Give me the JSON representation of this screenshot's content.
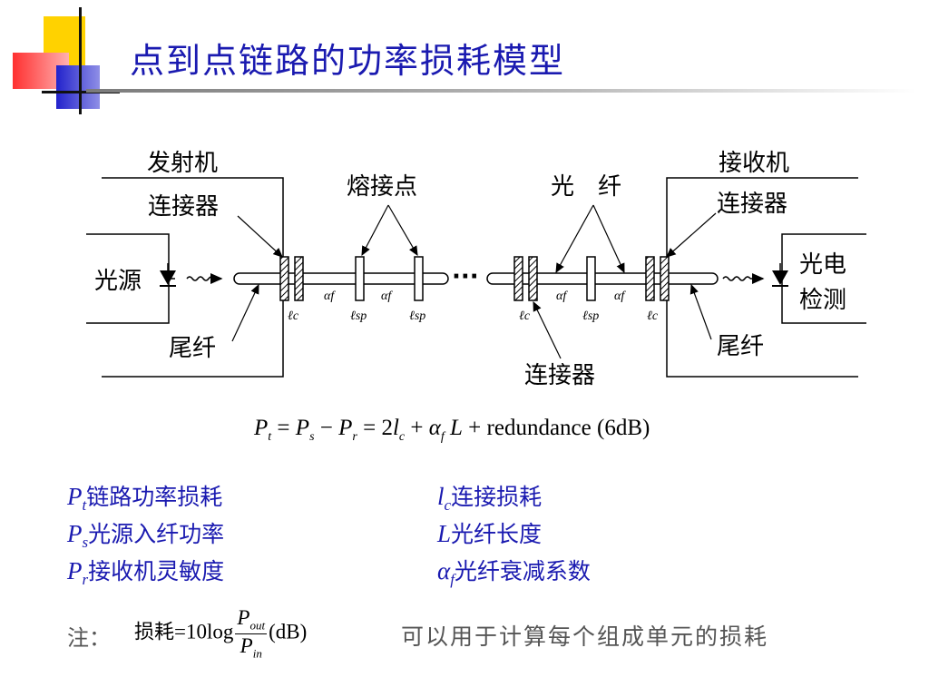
{
  "title": "点到点链路的功率损耗模型",
  "diagram": {
    "labels": {
      "transmitter": "发射机",
      "receiver": "接收机",
      "connector_left": "连接器",
      "connector_right": "连接器",
      "connector_bottom": "连接器",
      "splice_points": "熔接点",
      "fiber": "光　纤",
      "light_source": "光源",
      "photodetector_line1": "光电",
      "photodetector_line2": "检测",
      "pigtail_left": "尾纤",
      "pigtail_right": "尾纤",
      "ellipsis": "···"
    },
    "symbols": {
      "lc": "ℓc",
      "lsp": "ℓsp",
      "af": "αf"
    }
  },
  "formula": {
    "main": "P_t = P_s − P_r = 2l_c + α_f L + redundance (6dB)",
    "redundance_text": "redundance (6dB)"
  },
  "legend": {
    "pt": "链路功率损耗",
    "ps": "光源入纤功率",
    "pr": "接收机灵敏度",
    "lc": "连接损耗",
    "L": "光纤长度",
    "af": "光纤衰减系数"
  },
  "note": {
    "label": "注：",
    "loss_word": "损耗",
    "formula_rest": "=10log",
    "unit": "(dB)",
    "text": "可以用于计算每个组成单元的损耗"
  },
  "colors": {
    "title": "#1a1ab0",
    "legend": "#1a1ab0",
    "note": "#555555"
  }
}
